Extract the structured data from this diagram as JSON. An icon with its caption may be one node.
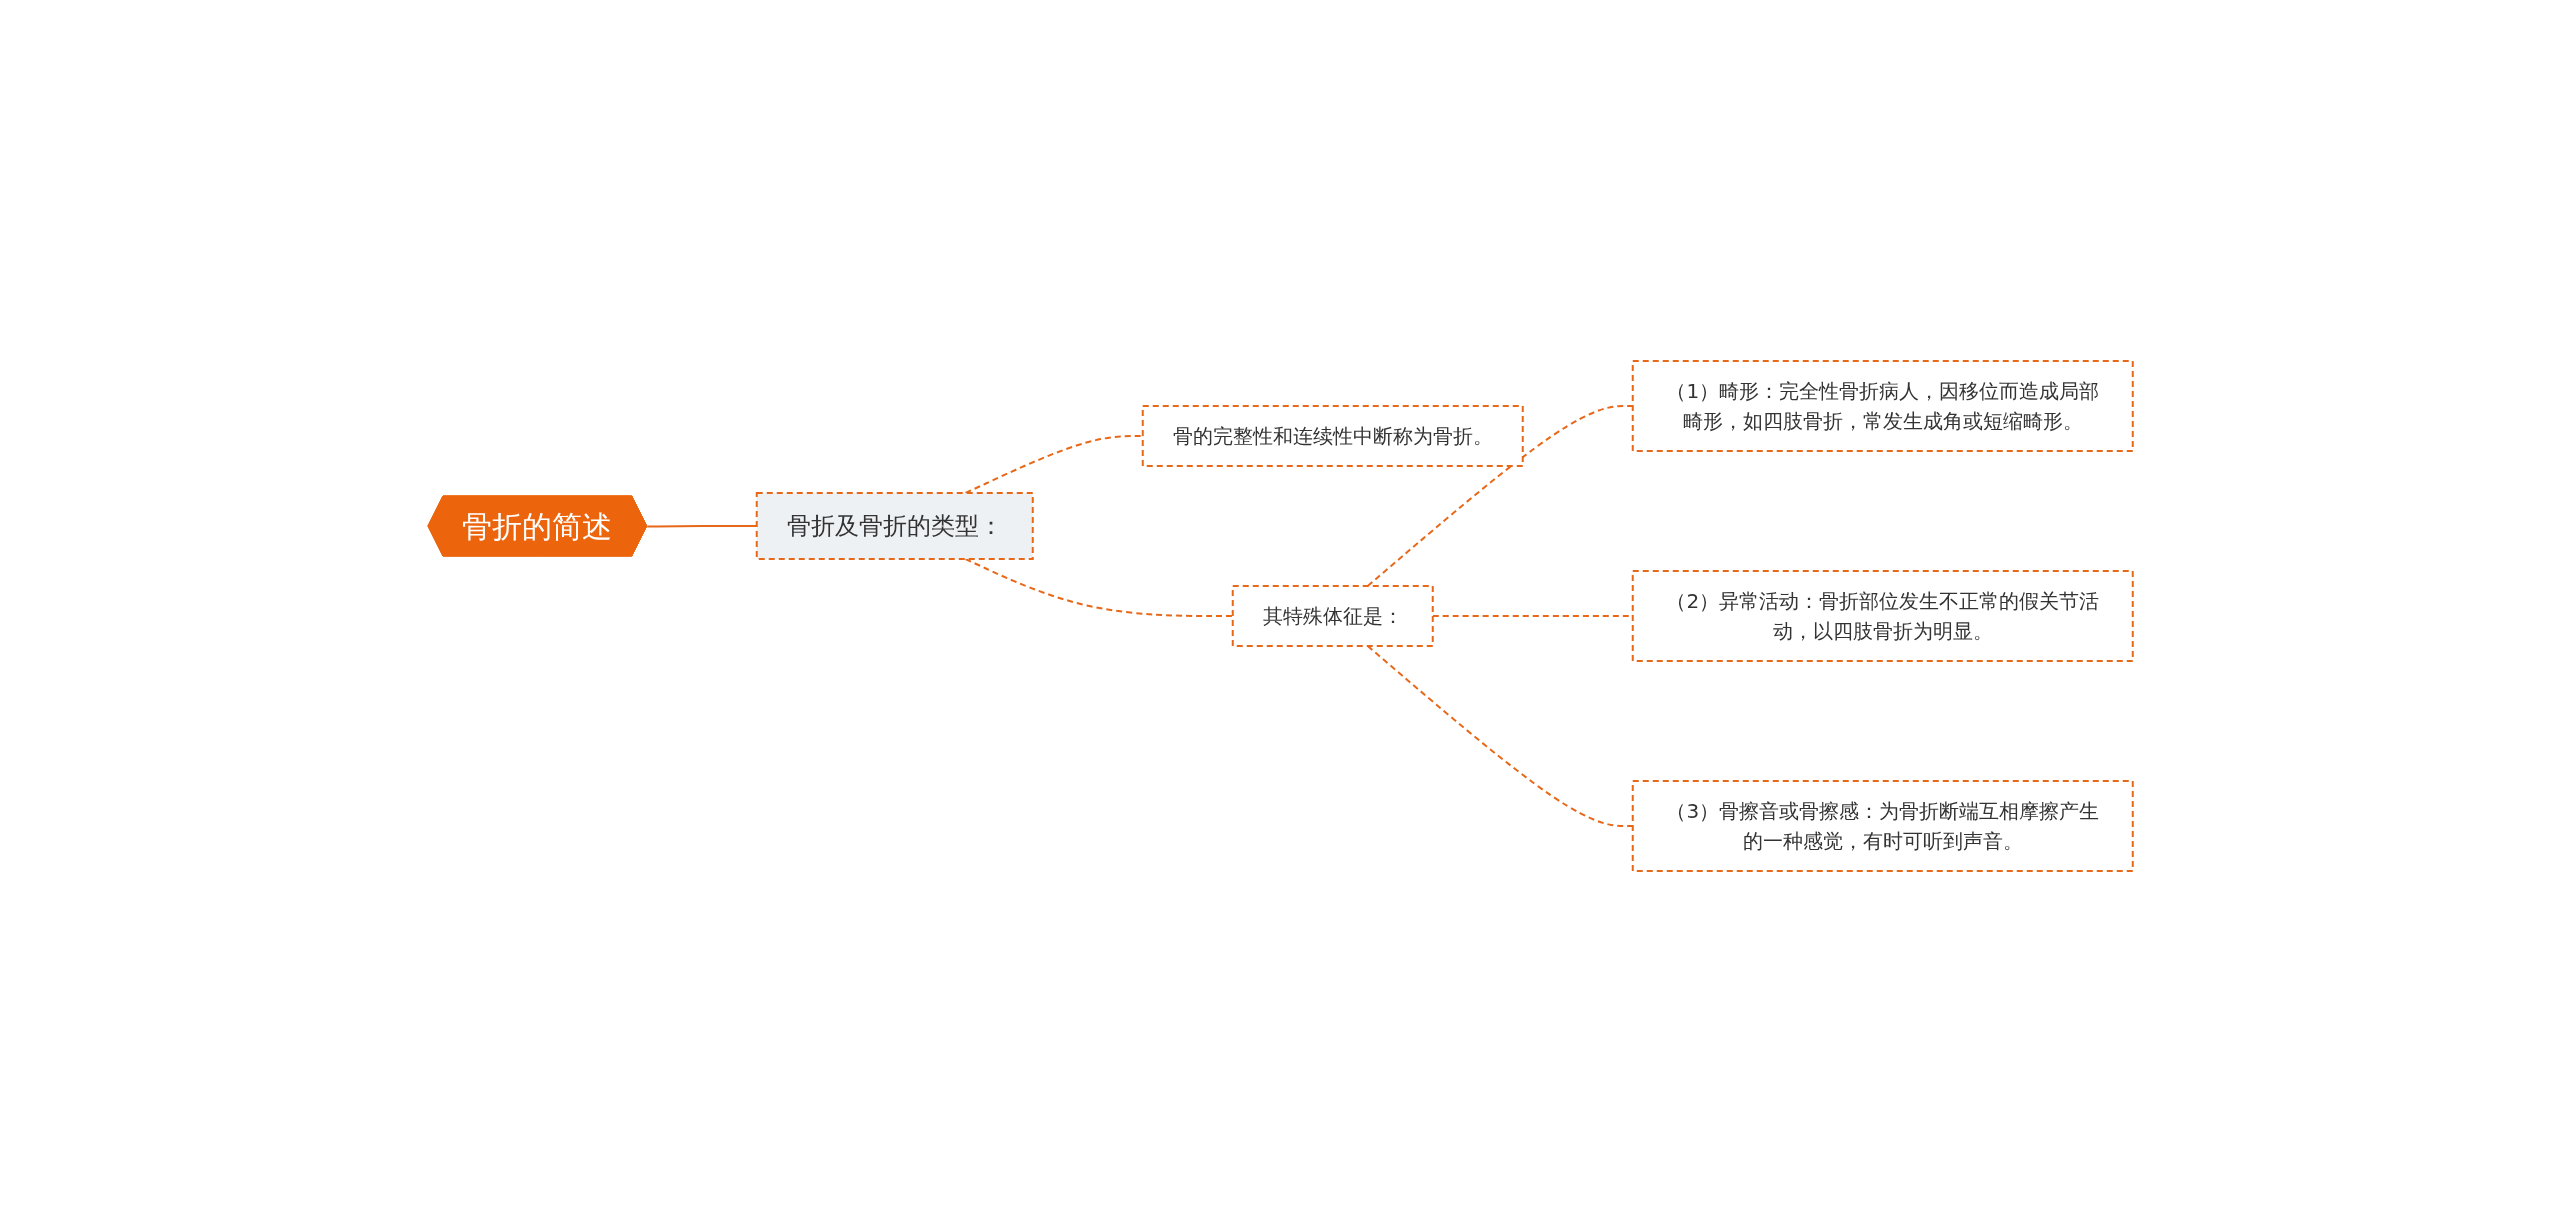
{
  "diagram": {
    "nodes": [
      {
        "text": [
          "骨折的简述"
        ]
      },
      {
        "text": [
          "骨折及骨折的类型："
        ]
      },
      {
        "text": [
          "骨的完整性和连续性中断称为骨折。"
        ]
      },
      {
        "text": [
          "其特殊体征是："
        ]
      },
      {
        "text": [
          "（1）畸形：完全性骨折病人，因移位而造成局部畸形，如四肢骨折，常发生成角或短缩畸形。"
        ]
      },
      {
        "text": [
          "（2）异常活动：骨折部位发生不正常的假关节活动，以四肢骨折为明显。"
        ]
      },
      {
        "text": [
          "（3）骨擦音或骨擦感：为骨折断端互相摩擦产生的一种感觉，有时可听到声音。"
        ]
      }
    ],
    "edges": [
      {
        "from": 0,
        "to": 1,
        "arrow": "none"
      },
      {
        "from": 1,
        "to": 2,
        "arrow": "none",
        "style": "dashed"
      },
      {
        "from": 1,
        "to": 3,
        "arrow": "none",
        "style": "dashed"
      },
      {
        "from": 3,
        "to": 4,
        "arrow": "none",
        "style": "dashed"
      },
      {
        "from": 3,
        "to": 5,
        "arrow": "none",
        "style": "dashed"
      },
      {
        "from": 3,
        "to": 6,
        "arrow": "none",
        "style": "dashed"
      }
    ]
  }
}
